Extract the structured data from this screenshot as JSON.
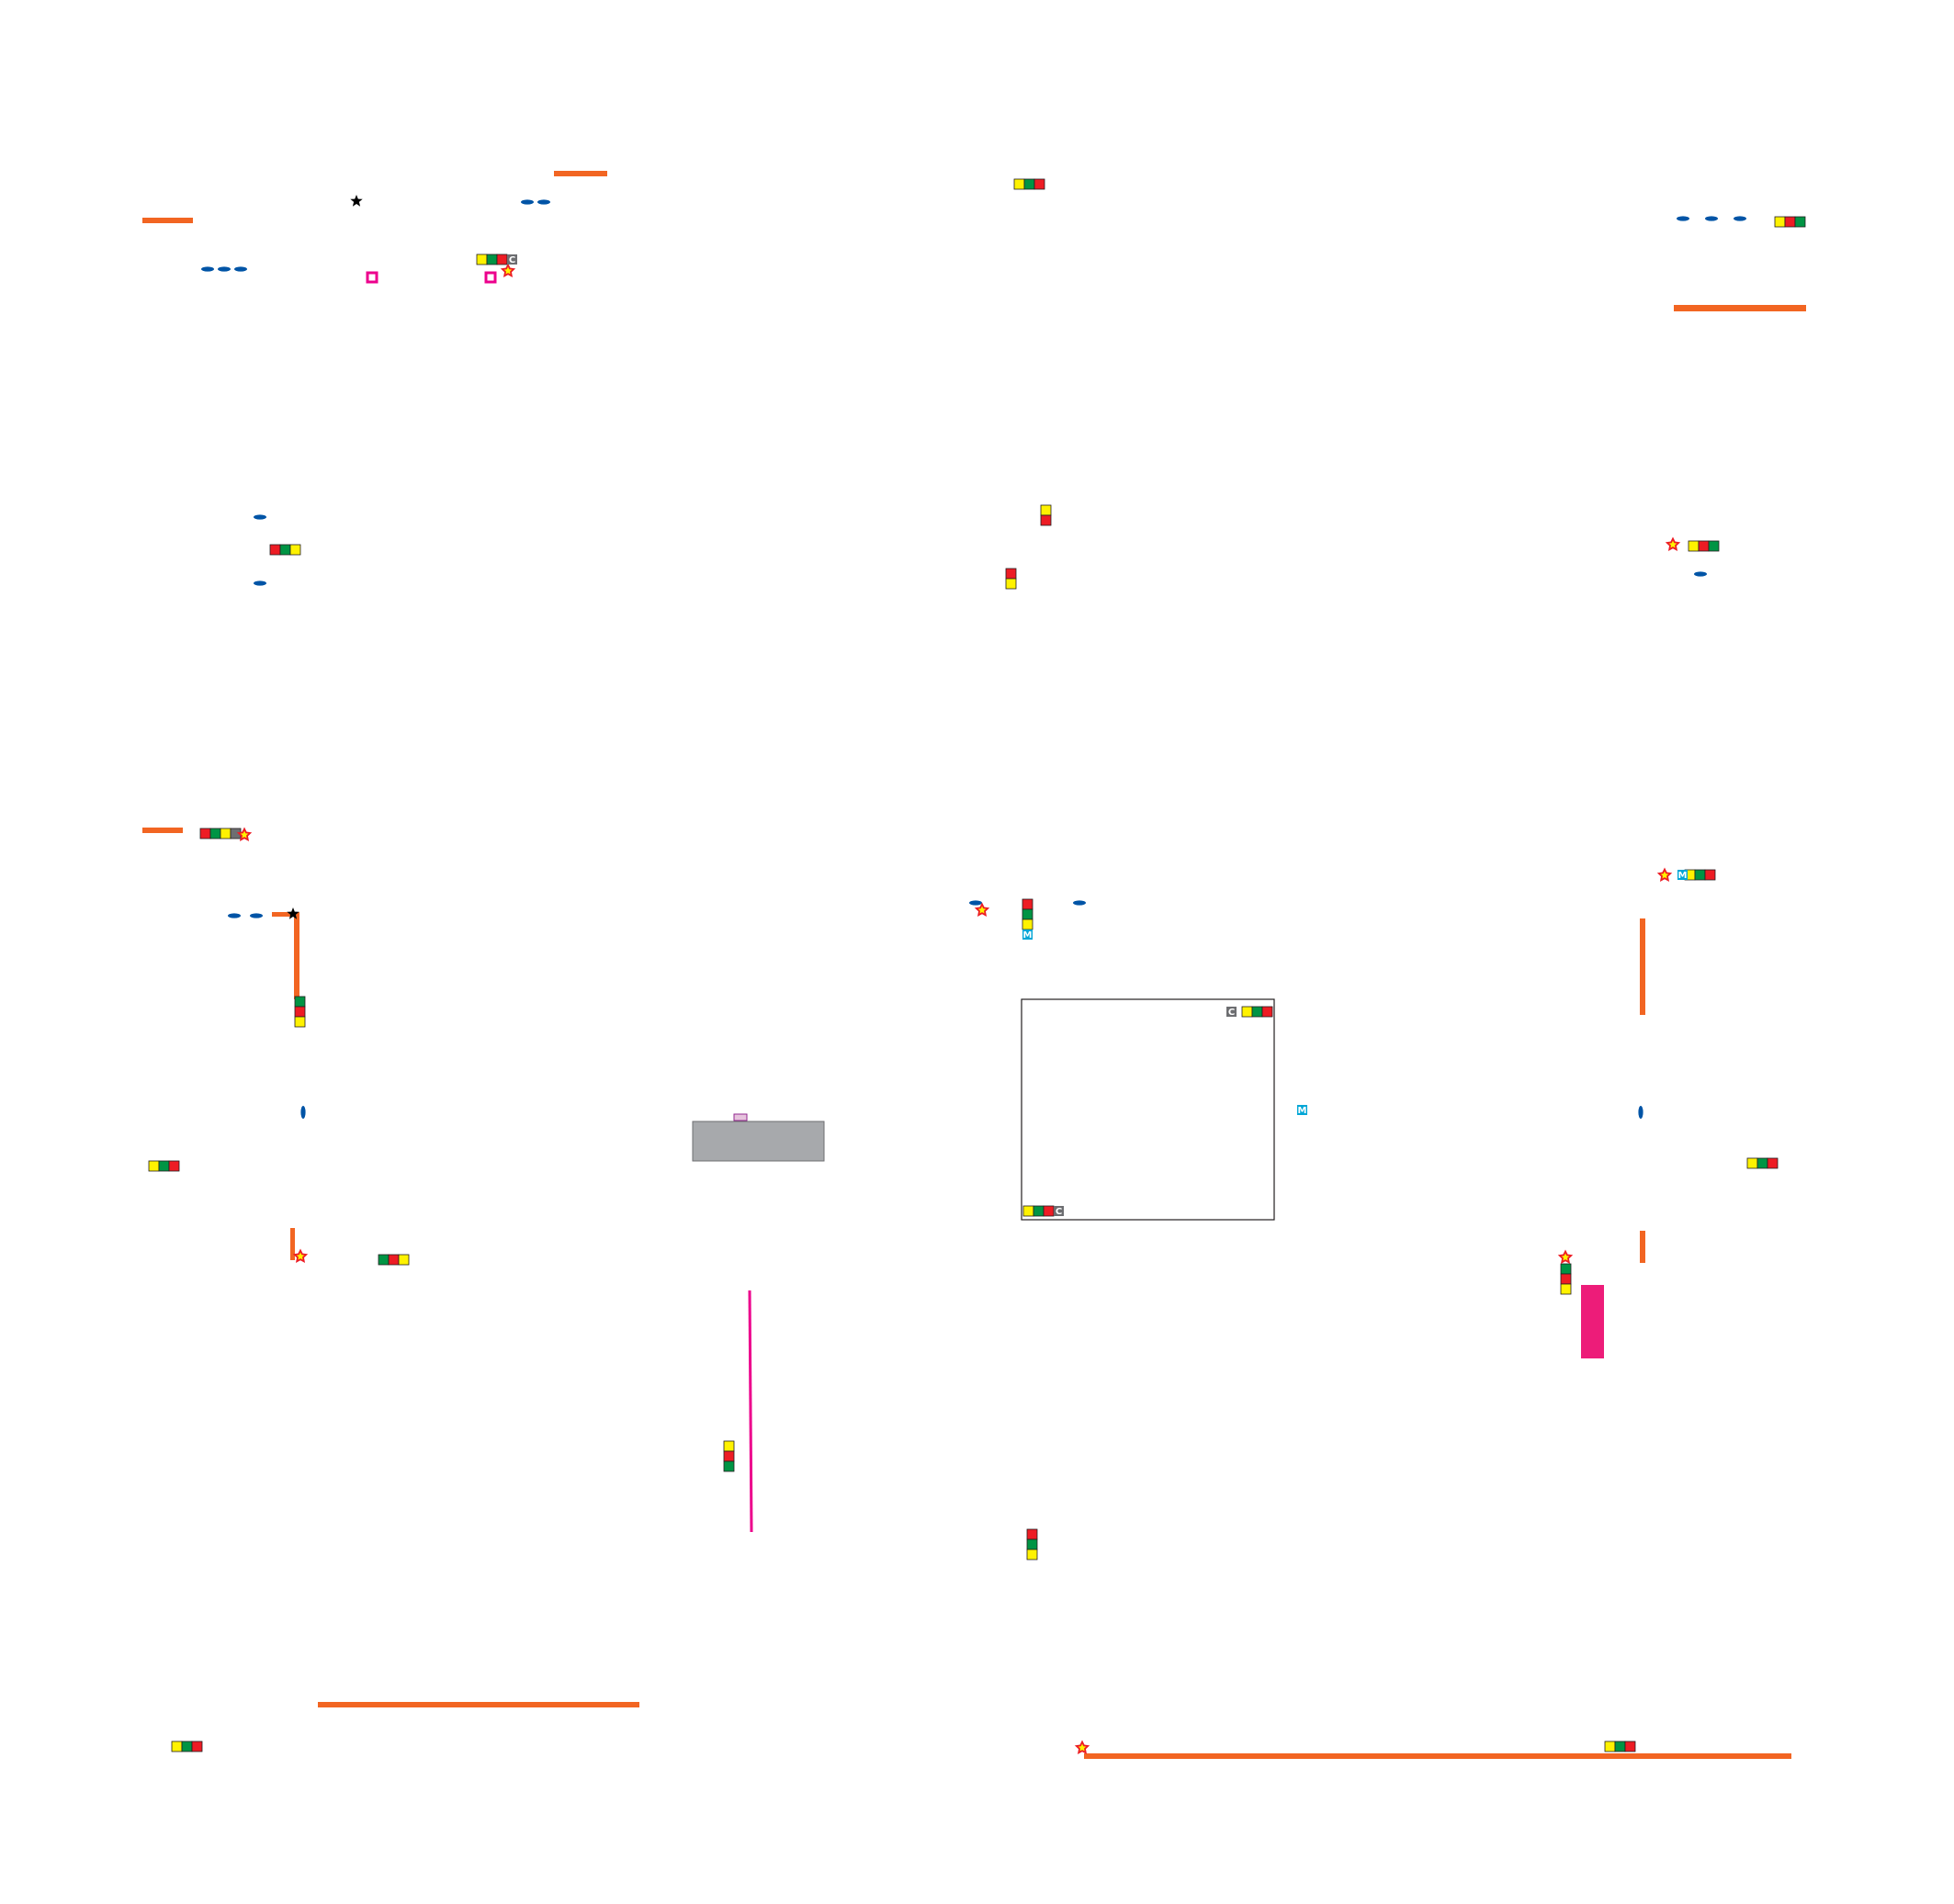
{
  "palette": {
    "orange": "#f26522",
    "blue": "#0054a6",
    "magenta": "#ec008c",
    "pink": "#ed1c79",
    "yellow": "#fff200",
    "green": "#009444",
    "red": "#ed1c24",
    "grey": "#6d6e71",
    "teal": "#00a6d6",
    "dark": "#231f20"
  },
  "labels": {
    "c": "C",
    "m": "M"
  },
  "icons": [
    "orange-track",
    "blue-oval",
    "signal-stack",
    "star-icon",
    "flag-star-icon",
    "magenta-square",
    "grey-panel",
    "map-frame"
  ]
}
